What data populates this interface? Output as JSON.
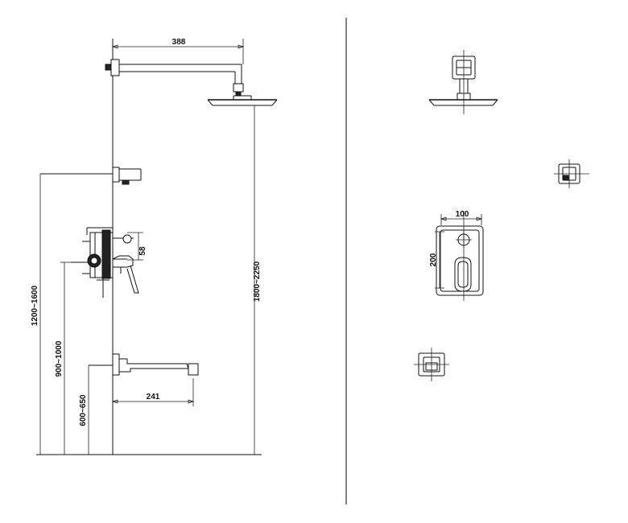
{
  "dimensions": {
    "arm_length": "388",
    "spout_length": "241",
    "control_offset": "58",
    "shower_height": "1800~2250",
    "mixer_height": "1200~1600",
    "hand_shower_height": "900~1000",
    "spout_height": "600~650",
    "plate_width": "100",
    "plate_height": "200"
  }
}
